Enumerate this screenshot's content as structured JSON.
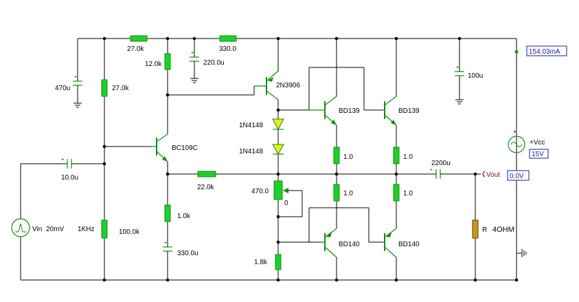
{
  "schematic": {
    "resistors": {
      "r_input_bias_top": "27.0k",
      "r_supply_series": "27.0k",
      "r_collector": "12.0k",
      "r_supply_filter": "330.0",
      "r_input_bias_bottom": "100.0k",
      "r_feedback": "22.0k",
      "r_emitter": "1.0k",
      "r_bias_pot": "470.0",
      "r_bias_bottom": "1.8k",
      "r_out_top_left": "1.0",
      "r_out_top_right": "1.0",
      "r_out_bot_left": "1.0",
      "r_out_bot_right": "1.0"
    },
    "capacitors": {
      "c_input_supply": "470u",
      "c_filter": "220.0u",
      "c_supply_right": "100u",
      "c_input": "10.0u",
      "c_emitter": "330.0u",
      "c_output": "2200u"
    },
    "transistors": {
      "q_input": "BC109C",
      "q_driver": "2N3906",
      "q_out_top_left": "BD139",
      "q_out_top_right": "BD139",
      "q_out_bot_left": "BD140",
      "q_out_bot_right": "BD140"
    },
    "diodes": {
      "d1": "1N4148",
      "d2": "1N4148"
    },
    "source": {
      "name": "Vin",
      "amplitude": "20mV",
      "frequency": "1KHz"
    },
    "supply": {
      "name": "+Vcc",
      "voltage": "15V",
      "current_reading": "154.03mA"
    },
    "output": {
      "name": "Vout",
      "reading": "0.0V"
    },
    "load": {
      "name": "R",
      "value": "4OHM"
    },
    "pot_wiper": "0"
  }
}
